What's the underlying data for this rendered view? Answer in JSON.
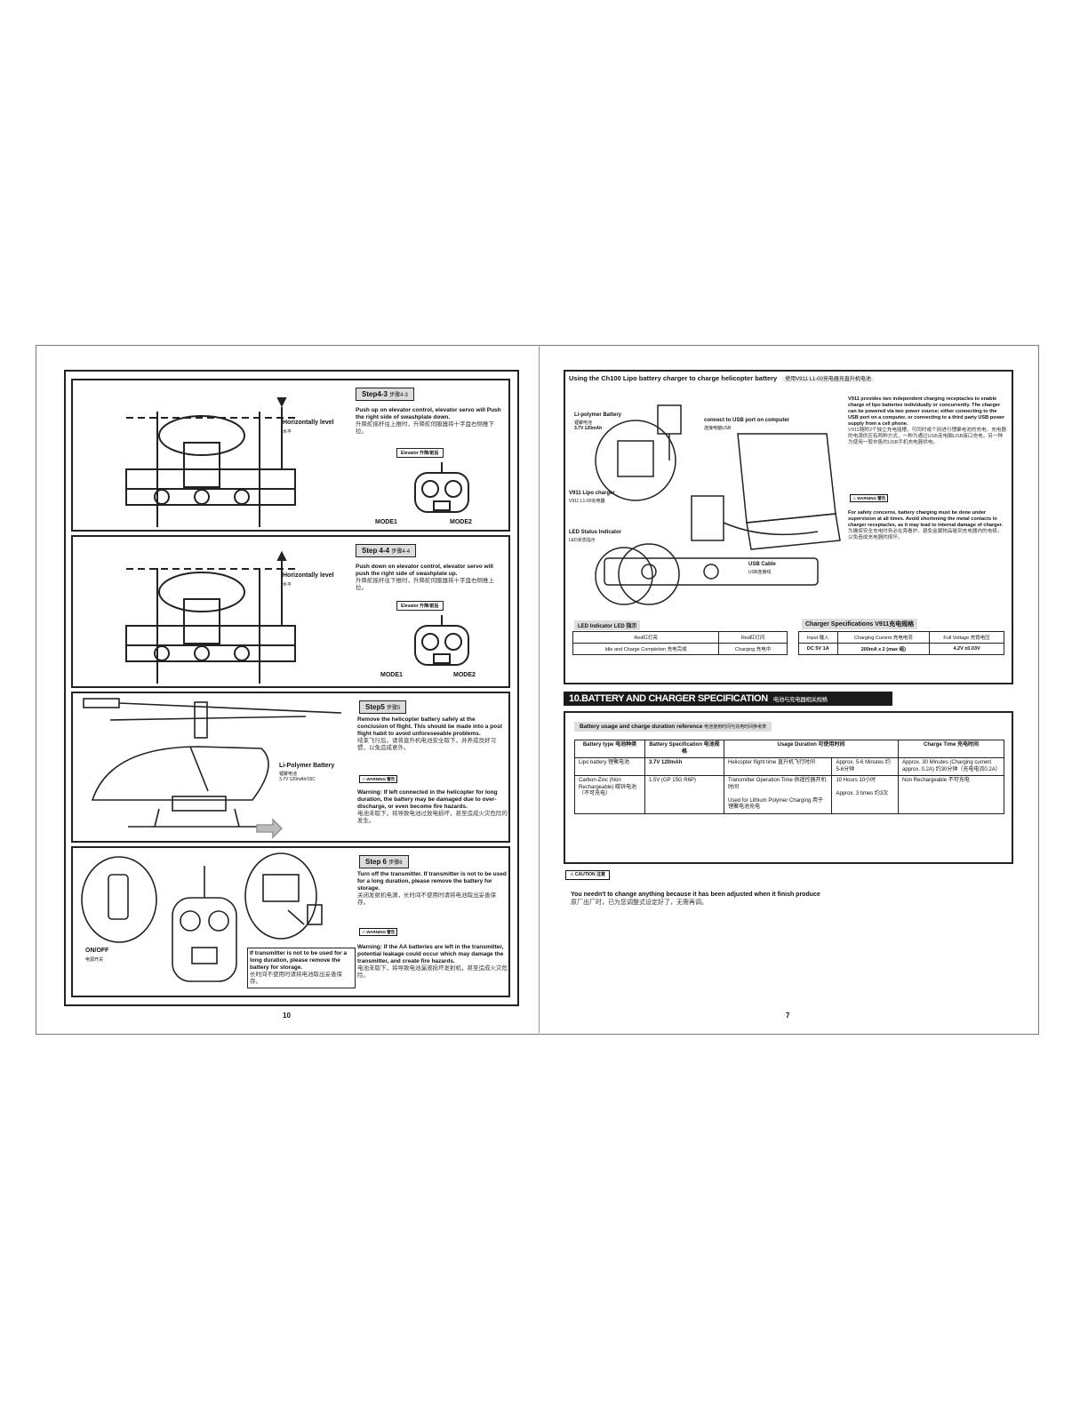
{
  "left_page": {
    "steps": [
      {
        "step_label": "Step4-3",
        "step_zh": "步骤4-3",
        "text": "Push up on elevator control, elevator servo will Push the right side of swashplate down.",
        "text_zh": "升降舵摇杆往上推时，升降舵伺服器将十字盘右侧推下拉。",
        "control_label": "Elevator 升降/前后",
        "level_label": "Horizontally level",
        "level_zh": "水平",
        "mode1": "MODE1",
        "mode2": "MODE2"
      },
      {
        "step_label": "Step 4-4",
        "step_zh": "步骤4-4",
        "text": "Push down on elevator control, elevator servo will push the right side of swashplate up.",
        "text_zh": "升降舵摇杆往下推时，升降舵伺服器将十字盘右侧推上拉。",
        "control_label": "Elevator 升降/前后",
        "level_label": "Horizontally level",
        "level_zh": "水平",
        "mode1": "MODE1",
        "mode2": "MODE2"
      }
    ],
    "step5": {
      "step_label": "Step5",
      "step_zh": "步骤5",
      "text": "Remove the helicopter battery safely at the conclusion of flight. This should be made into a post flight habit to avoid unforeseeable problems.",
      "text_zh": "结束飞行后，请将直升机电池安全取下，并养成良好习惯，以免造成意外。",
      "battery_label": "Li-Polymer Battery",
      "battery_zh": "锂聚电池",
      "battery_spec": "3.7V 120mAh/15C",
      "warning_badge": "WARNING 警告",
      "warning_text": "Warning: If left connected in the helicopter for long duration, the battery may be damaged due to over-discharge, or even become fire hazards.",
      "warning_zh": "电池未取下，将导致电池过放电损坏，甚至造成火灾危险的发生。"
    },
    "step6": {
      "step_label": "Step 6",
      "step_zh": "步骤6",
      "text": "Turn off the transmitter. If transmitter is not to be used for a long duration, please remove the battery for storage.",
      "text_zh": "关闭发射机电源，长时间不使用时请将电池取出妥善保存。",
      "onoff_label": "ON/OFF",
      "onoff_zh": "电源开关",
      "storage_note": "If transmitter is not to be used for a long duration, please remove the battery for storage.",
      "storage_zh": "长时间不使用时请将电池取出妥善保存。",
      "warning_badge": "WARNING 警告",
      "warning_text": "Warning: If the AA batteries are left in the transmitter, potential leakage could occur which may damage the transmitter, and create fire hazards.",
      "warning_zh": "电池未取下，将导致电池漏液损坏发射机，甚至造成火灾危险。"
    },
    "page_number": "10"
  },
  "right_page": {
    "charger": {
      "heading": "Using the Ch100 Lipo battery charger to charge helicopter battery",
      "heading_zh": "使用V911 L1-00充电器充直升机电池",
      "lipo_label": "Li-polymer Battery",
      "lipo_zh": "锂聚电池",
      "lipo_spec": "3.7V 120mAh",
      "usb_port_label": "connect to USB port on computer",
      "usb_port_zh": "连接电脑USB",
      "charger_label": "V911 Lipo charger",
      "charger_zh": "V911 L1-00充电器",
      "led_label": "LED Status Indicator",
      "led_zh": "LED状态指示",
      "cable_label": "USB Cable",
      "cable_zh": "USB连接线",
      "desc": "V911 provides two independent charging receptacles to enable charge of lipo batteries individually or concurrently. The charger can be powered via two power source; either connecting to the USB port on a computer, or connecting to a third party USB power supply from a cell phone.",
      "desc_zh": "V911随附2个独立充电插槽，可同时或个别进行锂聚电池的充电。充电器的电源供应有两种方式，一种为通过USB连电脑USB接口充电，另一种为使用一般市售的USB手机充电器供电。",
      "warning_badge": "WARNING 警告",
      "warning_text": "For safety concerns, battery charging must be done under supervision at all times. Avoid shortening the metal contacts in charger receptacles, as it may lead to internal damage of charger.",
      "warning_zh": "为确保安全充电时务必在旁看护。避免金属物品碰到充电器内的电极，以免造成充电器的损坏。"
    },
    "led_table": {
      "title": "LED Indicator LED 指示",
      "rows": [
        [
          "Red红灯亮",
          "Red红灯闪"
        ],
        [
          "Idle and Charge Completion 充电完成",
          "Charging 充电中"
        ]
      ]
    },
    "spec_table": {
      "title": "Charger Specifications V911充电规格",
      "headers": [
        "Input 输入",
        "Charging Current 充电电流",
        "Full Voltage 充饱电压"
      ],
      "values": [
        "DC 5V 1A",
        "200mA x 2 (max 组)",
        "4.2V ±0.03V"
      ]
    },
    "section_title": "10.BATTERY AND CHARGER SPECIFICATION",
    "section_title_zh": "电池与充电器相关规格",
    "battery_table": {
      "title": "Battery usage and charge duration reference",
      "title_zh": "电池使用时间与充电时间参考表",
      "headers": [
        "Battery type 电池种类",
        "Battery Specification 电池规格",
        "Usage Duration 可使用时间",
        "Charge Time 充电时间"
      ],
      "rows": [
        {
          "type": "Lipo battery 锂聚电池",
          "spec": "3.7V 120mAh",
          "usage_item": "Helicopter flight time 直升机飞行时间",
          "usage_value": "Approx. 5-6 Minutes 约5-6分钟",
          "charge": "Approx. 30 Minutes (Charging current approx. 0.2A) 约30分钟（充电电流0.2A）"
        },
        {
          "type": "Carbon-Zinc (Non Rechargeable) 碳锌电池（不可充电）",
          "spec": "1.5V (GP 15G R6P)",
          "usage_item": "Transmitter Operation Time 供遥控器开机时间",
          "usage_value": "10 Hours 10小时",
          "usage_item2": "Used for Lithium Polymer Charging 用于锂聚电池充电",
          "usage_value2": "Approx. 3 times 约3次",
          "charge": "Non Rechargeable 不可充电"
        }
      ]
    },
    "caution_badge": "CAUTION 注意",
    "caution_text": "You needn't to change anything because it has been adjusted when it finish produce",
    "caution_zh": "原厂出厂时，已为您调整式设定好了，无需再调。",
    "page_number": "7"
  }
}
